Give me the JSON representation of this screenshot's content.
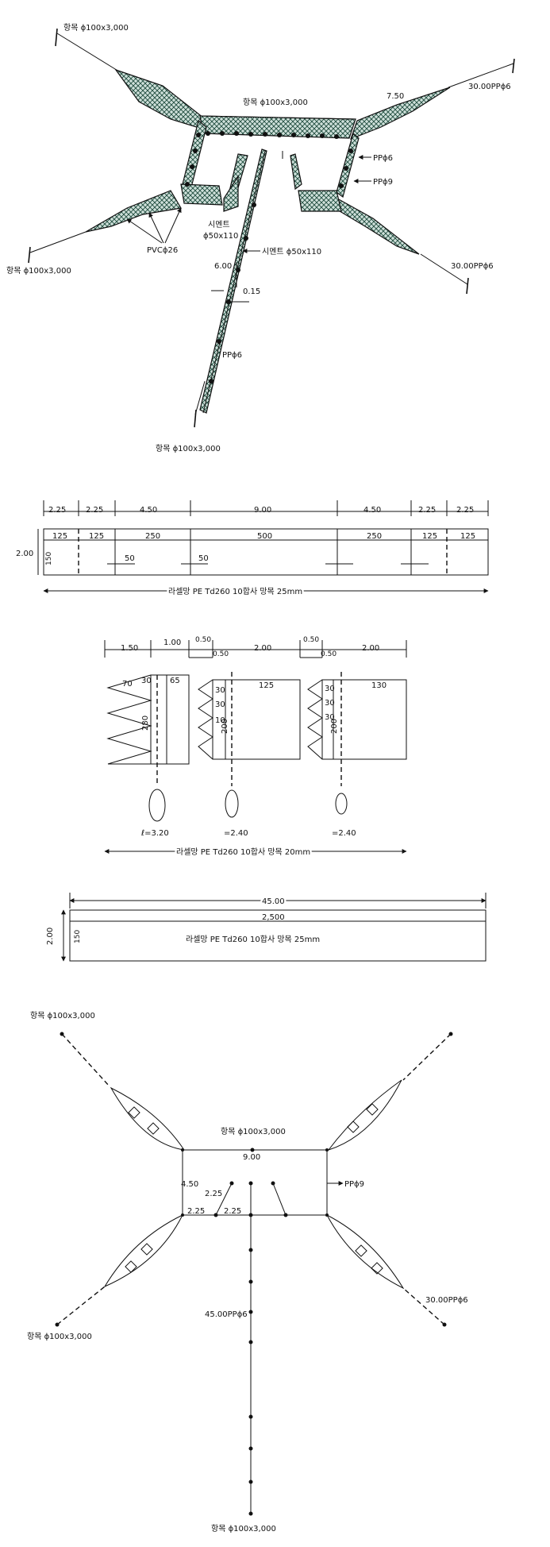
{
  "figure1": {
    "anchor_nw": "항목 ϕ100x3,000",
    "anchor_sw": "항목 ϕ100x3,000",
    "anchor_center": "항목 ϕ100x3,000",
    "anchor_bottom": "항목 ϕ100x3,000",
    "rope_ne": "30.00PPϕ6",
    "rope_se": "30.00PPϕ6",
    "dim_750": "7.50",
    "pp6": "PPϕ6",
    "pp9": "PPϕ9",
    "cement1_a": "시멘트",
    "cement1_b": "ϕ50x110",
    "cement2": "시멘트 ϕ50x110",
    "pvc": "PVCϕ26",
    "dim_600": "6.00",
    "dim_015": "0.15",
    "leader_pp6": "PPϕ6"
  },
  "figure2": {
    "segments": [
      "2.25",
      "2.25",
      "4.50",
      "9.00",
      "4.50",
      "2.25",
      "2.25"
    ],
    "meshes": [
      "125",
      "125",
      "250",
      "500",
      "250",
      "125",
      "125"
    ],
    "height": "2.00",
    "height_mesh": "150",
    "mark_a": "50",
    "mark_b": "50",
    "caption": "라셀망 PE Td260 10합사 망목 25mm"
  },
  "figure3": {
    "w1": "1.50",
    "w2": "1.00",
    "w3": "0.50",
    "w4": "0.50",
    "w5": "2.00",
    "w6": "0.50",
    "w7": "0.50",
    "w8": "2.00",
    "p1_70": "70",
    "p1_30": "30",
    "p1_65": "65",
    "p1_280": "280",
    "p2_30": "30",
    "p2_125": "125",
    "p2_30b": "30",
    "p2_10": "10",
    "p2_200": "200",
    "p3_30": "30",
    "p3_130": "130",
    "p3_30b": "30",
    "p3_30c": "30",
    "p3_200": "200",
    "len1": "ℓ=3.20",
    "len2": "=2.40",
    "len3": "=2.40",
    "caption": "라셀망 PE Td260 10합사 망목 20mm"
  },
  "figure4": {
    "length": "45.00",
    "mesh": "2,500",
    "height": "2.00",
    "height_mesh": "150",
    "caption": "라셀망 PE Td260 10합사 망목 25mm"
  },
  "figure5": {
    "anchor_nw": "항목 ϕ100x3,000",
    "anchor_center": "항목 ϕ100x3,000",
    "anchor_sw": "항목 ϕ100x3,000",
    "anchor_bottom": "항목 ϕ100x3,000",
    "dim_900": "9.00",
    "dim_450": "4.50",
    "dim_225a": "2.25",
    "dim_225b": "2.25",
    "dim_225c": "2.25",
    "pp9": "PPϕ9",
    "leader": "45.00PPϕ6",
    "rope_se": "30.00PPϕ6"
  }
}
